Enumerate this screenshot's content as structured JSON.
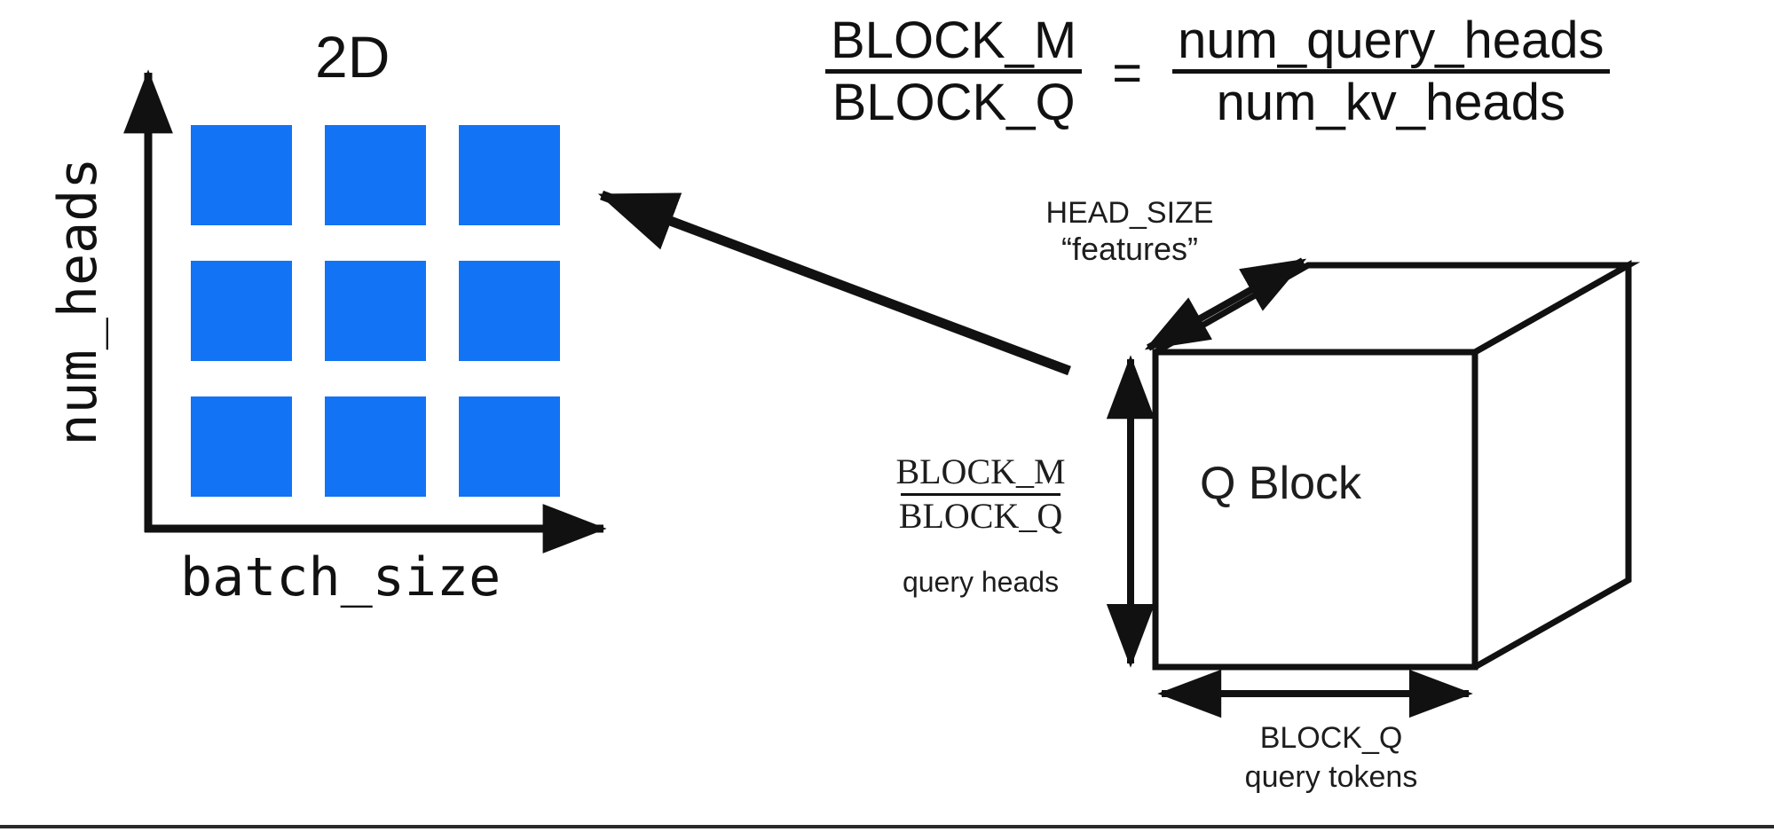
{
  "figure": {
    "background": "#ffffff",
    "accent_blue": "#1273f5",
    "stroke": "#111111"
  },
  "left_panel": {
    "title": "2D",
    "y_axis_label": "num_heads",
    "x_axis_label": "batch_size",
    "grid": {
      "rows": 3,
      "cols": 3,
      "cell_color": "#1273f5"
    }
  },
  "equation": {
    "lhs": {
      "numerator": "BLOCK_M",
      "denominator": "BLOCK_Q"
    },
    "operator": "=",
    "rhs": {
      "numerator": "num_query_heads",
      "denominator": "num_kv_heads"
    }
  },
  "cube": {
    "face_label": "Q Block",
    "depth_label_line1": "HEAD_SIZE",
    "depth_label_line2": "“features”",
    "height_label": {
      "numerator": "BLOCK_M",
      "denominator": "BLOCK_Q",
      "caption": "query heads"
    },
    "width_label": {
      "name": "BLOCK_Q",
      "caption": "query tokens"
    }
  },
  "chart_data": {
    "type": "diagram",
    "title": "2D",
    "xlabel": "batch_size",
    "ylabel": "num_heads",
    "grid_rows": 3,
    "grid_cols": 3,
    "total_cells": 9,
    "annotations": [
      "BLOCK_M / BLOCK_Q = num_query_heads / num_kv_heads",
      "HEAD_SIZE “features”",
      "BLOCK_M / BLOCK_Q query heads",
      "BLOCK_Q query tokens",
      "Q Block"
    ]
  }
}
